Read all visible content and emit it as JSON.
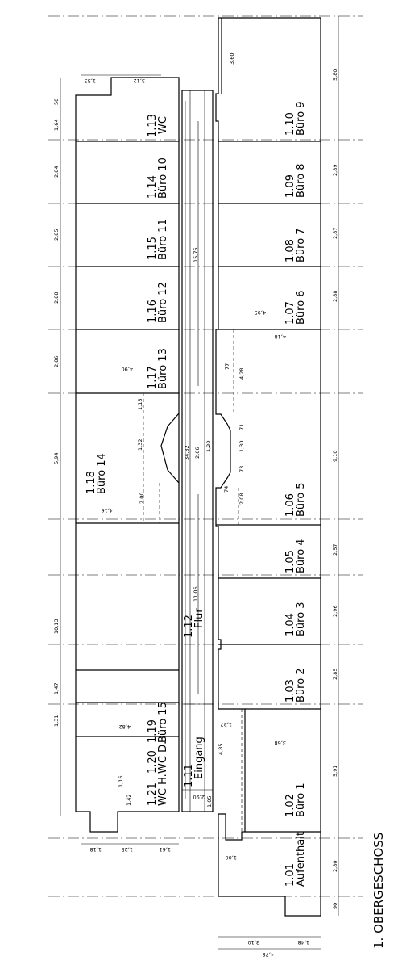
{
  "title": "1. OBERGESCHOSS",
  "rooms": [
    {
      "id": "1.01",
      "name": "Aufenthalt"
    },
    {
      "id": "1.02",
      "name": "Büro 1"
    },
    {
      "id": "1.03",
      "name": "Büro 2"
    },
    {
      "id": "1.04",
      "name": "Büro 3"
    },
    {
      "id": "1.05",
      "name": "Büro 4"
    },
    {
      "id": "1.06",
      "name": "Büro 5"
    },
    {
      "id": "1.07",
      "name": "Büro 6"
    },
    {
      "id": "1.08",
      "name": "Büro 7"
    },
    {
      "id": "1.09",
      "name": "Büro 8"
    },
    {
      "id": "1.10",
      "name": "Büro 9"
    },
    {
      "id": "1.11",
      "name": "Eingang"
    },
    {
      "id": "1.12",
      "name": "Flur"
    },
    {
      "id": "1.13",
      "name": "WC"
    },
    {
      "id": "1.14",
      "name": "Büro 10"
    },
    {
      "id": "1.15",
      "name": "Büro 11"
    },
    {
      "id": "1.16",
      "name": "Büro 12"
    },
    {
      "id": "1.17",
      "name": "Büro 13"
    },
    {
      "id": "1.18",
      "name": "Büro 14"
    },
    {
      "id": "1.19",
      "name": "Büro 15"
    },
    {
      "id": "1.20",
      "name": "WC D."
    },
    {
      "id": "1.21",
      "name": "WC H."
    }
  ],
  "dims_right": [
    "5,80",
    "2,89",
    "2,87",
    "2,88",
    "9,10",
    "2,57",
    "2,96",
    "2,85",
    "5,91",
    "2,80",
    "90"
  ],
  "dims_left": [
    "50",
    "1,64",
    "2,84",
    "2,85",
    "2,88",
    "2,86",
    "5,94",
    "10,13",
    "1,47",
    "1,31"
  ],
  "dims_misc": [
    "3,60",
    "1,53",
    "3,12",
    "15,75",
    "34,32",
    "11,06",
    "4,95",
    "4,28",
    "4,18",
    "77",
    "2,66",
    "1,20",
    "71",
    "1,30",
    "73",
    "74",
    "2,08",
    "4,90",
    "4,16",
    "2,00",
    "1,32",
    "1,15",
    "1,05",
    "1,00",
    "3,10",
    "1,48",
    "4,78",
    "4,85",
    "1,27",
    "3,68",
    "4,82",
    "2,90",
    "1,16",
    "1,42",
    "1,61",
    "1,25",
    "1,18"
  ]
}
